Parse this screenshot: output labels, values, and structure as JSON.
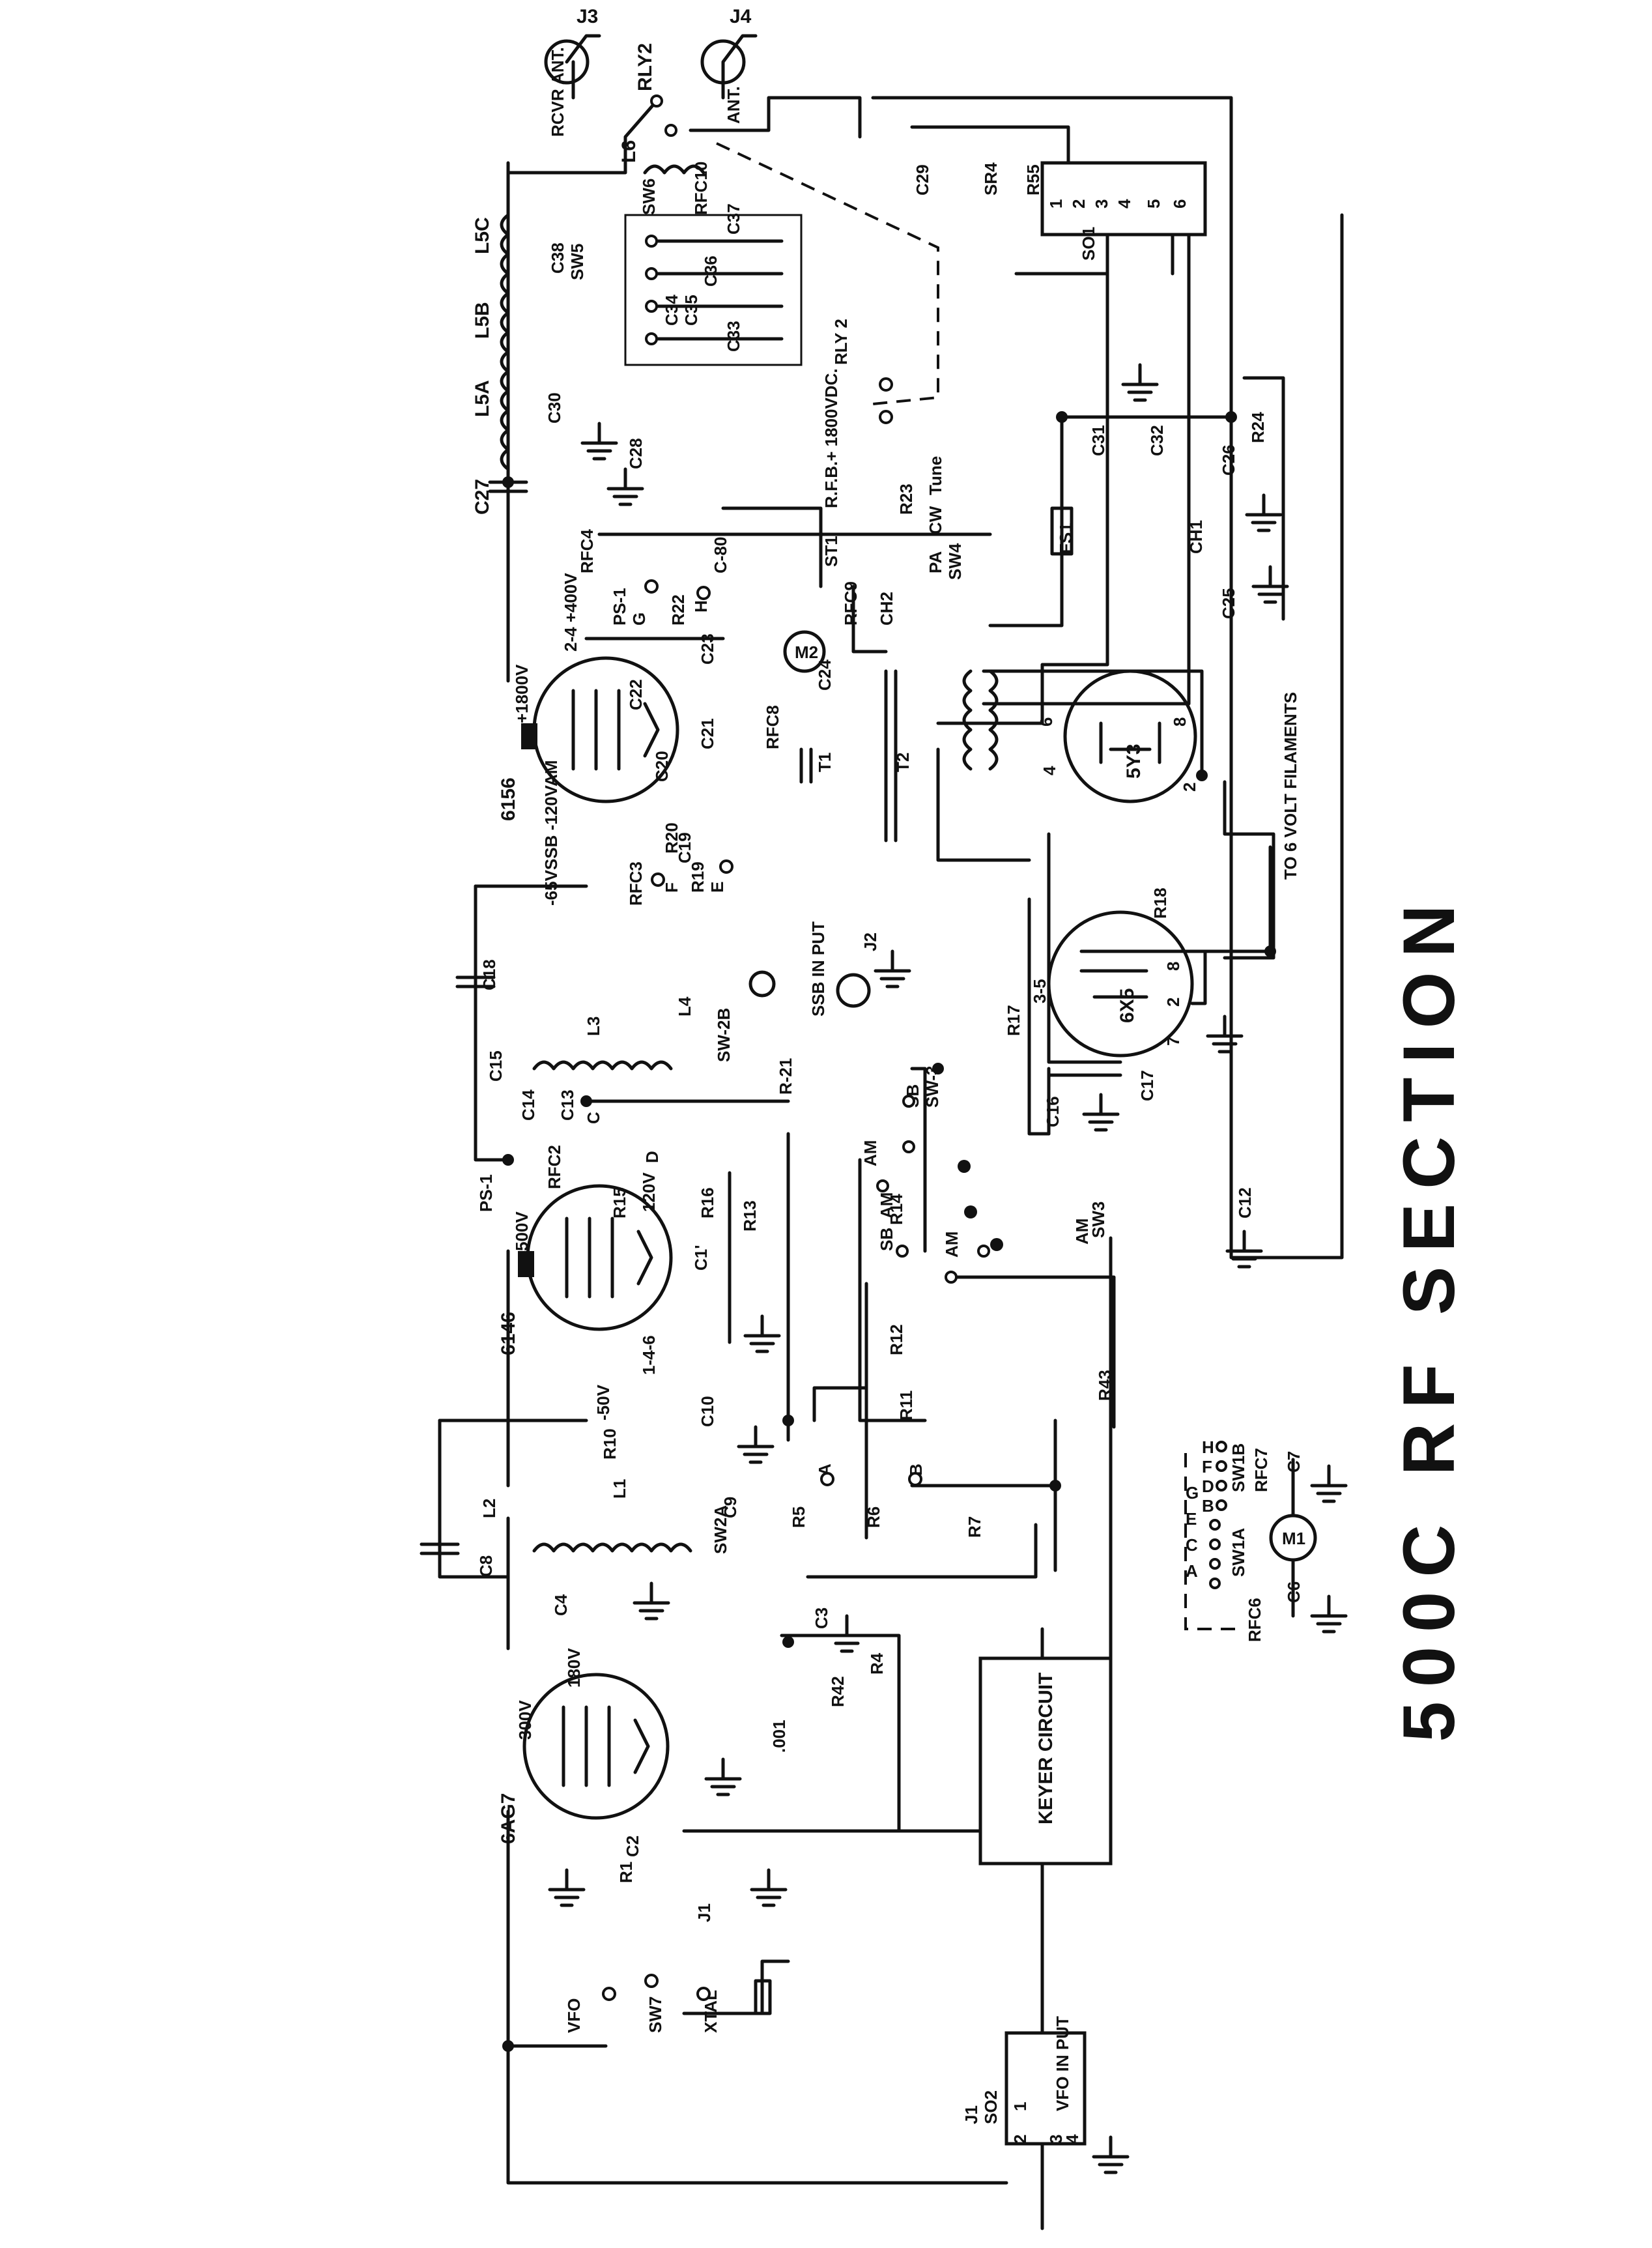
{
  "title": "500C RF SECTION",
  "tubes": {
    "v1": "6AG7",
    "v2": "6146",
    "v3": "6156",
    "v4": "6X5",
    "v5": "5Y3"
  },
  "blocks": {
    "keyer": "KEYER CIRCUIT",
    "so1": "SO1",
    "so2": "SO2"
  },
  "connectors": {
    "j1": "J1",
    "j2": "J2",
    "j3": "J3",
    "j4": "J4",
    "rcvr_ant": "RCVR ANT.",
    "ant": "ANT.",
    "vfo": "VFO",
    "xtal": "XTAL",
    "vfo_input": "VFO IN PUT",
    "ssb_input": "SSB IN PUT",
    "filaments": "TO 6 VOLT FILAMENTS"
  },
  "voltages": {
    "v1_plate": "300V",
    "v1_screen": "180V",
    "v2_plate": "500V",
    "v2_screen": "120V",
    "v2_grid": "-50V",
    "v3_plate": "+1800V",
    "v3_screen": "2-4 +400V",
    "v3_bias": "-65VSSB -120VAM",
    "rfb": "R.F.B.+ 1800VDC."
  },
  "switches": {
    "sw1a": "SW1A",
    "sw1b": "SW1B",
    "sw2a": "SW2A",
    "sw2b": "SW-2B",
    "sw3": "SW-3",
    "sw3b": "SW3",
    "sw4": "SW4",
    "sw5": "SW5",
    "sw6": "SW6",
    "sw7": "SW7",
    "rly2": "RLY2",
    "rly2b": "RLY 2",
    "pa": "PA",
    "cw": "CW",
    "tune": "Tune",
    "am": "AM",
    "sb": "SB"
  },
  "meters": {
    "m1": "M1",
    "m2": "M2"
  },
  "letters": [
    "A",
    "B",
    "C",
    "D",
    "E",
    "F",
    "G",
    "H"
  ],
  "meter_letters_top": [
    "B",
    "D",
    "F",
    "H"
  ],
  "meter_letters_bottom": [
    "A",
    "C",
    "E",
    "G"
  ],
  "components": {
    "c1": "C1'",
    "c2": "C2",
    "c3": "C3",
    "c4": "C4",
    "c6": "C6",
    "c7": "C7",
    "c8": "C8",
    "c9": "C9",
    "c10": "C10",
    "c12": "C12",
    "c13": "C13",
    "c14": "C14",
    "c15": "C15",
    "c16": "C16",
    "c17": "C17",
    "c18": "C18",
    "c19": "C19",
    "c20": "C20",
    "c21": "C21",
    "c22": "C22",
    "c23": "C23",
    "c24": "C24",
    "c25": "C25",
    "c26": "C26",
    "c27": "C27",
    "c28": "C28",
    "c29": "C29",
    "c30": "C30",
    "c31": "C31",
    "c32": "C32",
    "c33": "C33",
    "c34": "C34",
    "c35": "C35",
    "c36": "C36",
    "c37": "C37",
    "c38": "C38",
    "c80": "C-80",
    "c001": ".001",
    "r1": "R1",
    "r4": "R4",
    "r5": "R5",
    "r6": "R6",
    "r7": "R7",
    "r10": "R10",
    "r11": "R11",
    "r12": "R12",
    "r13": "R13",
    "r14": "R14",
    "r15": "R15",
    "r16": "R16",
    "r17": "R17",
    "r18": "R18",
    "r19": "R19",
    "r20": "R20",
    "r21": "R-21",
    "r22": "R22",
    "r23": "R23",
    "r24": "R24",
    "r42": "R42",
    "r43": "R43",
    "r55": "R55",
    "l1": "L1",
    "l2": "L2",
    "l3": "L3",
    "l4": "L4",
    "l5a": "L5A",
    "l5b": "L5B",
    "l5c": "L5C",
    "l6": "L6",
    "rfc2": "RFC2",
    "rfc3": "RFC3",
    "rfc4": "RFC4",
    "rfc6": "RFC6",
    "rfc7": "RFC7",
    "rfc8": "RFC8",
    "rfc9": "RFC9",
    "rfc10": "RFC10",
    "ps1": "PS-1",
    "ps1b": "PS-1",
    "ch1": "CH1",
    "ch2": "CH2",
    "t1": "T1",
    "t2": "T2",
    "st1": "ST1",
    "fs1": "FS1",
    "sr4": "SR4"
  },
  "pins": {
    "so1": [
      "1",
      "2",
      "3",
      "4",
      "5",
      "6"
    ],
    "so2": [
      "1",
      "2",
      "3",
      "4"
    ],
    "v5_pins": [
      "6",
      "8",
      "4",
      "2"
    ],
    "v4_pins": [
      "3-5",
      "8",
      "2",
      "7"
    ]
  }
}
